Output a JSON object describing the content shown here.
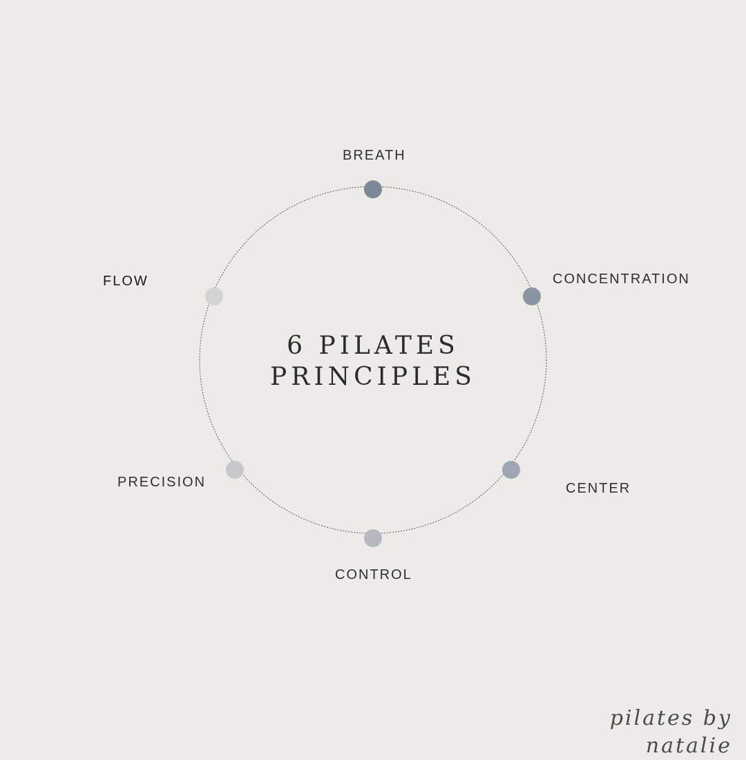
{
  "title": {
    "line1": "6 PILATES",
    "line2": "PRINCIPLES"
  },
  "principles": [
    {
      "label": "BREATH",
      "dot_color": "#7d8898"
    },
    {
      "label": "CONCENTRATION",
      "dot_color": "#8a94a3"
    },
    {
      "label": "CENTER",
      "dot_color": "#9ea6b2"
    },
    {
      "label": "CONTROL",
      "dot_color": "#b6bac0"
    },
    {
      "label": "PRECISION",
      "dot_color": "#c6c8ca"
    },
    {
      "label": "FLOW",
      "dot_color": "#d2d3d3"
    }
  ],
  "signature": "pilates by natalie",
  "colors": {
    "background": "#ecebe7",
    "ring": "#555555",
    "text": "#2f2f2f"
  }
}
